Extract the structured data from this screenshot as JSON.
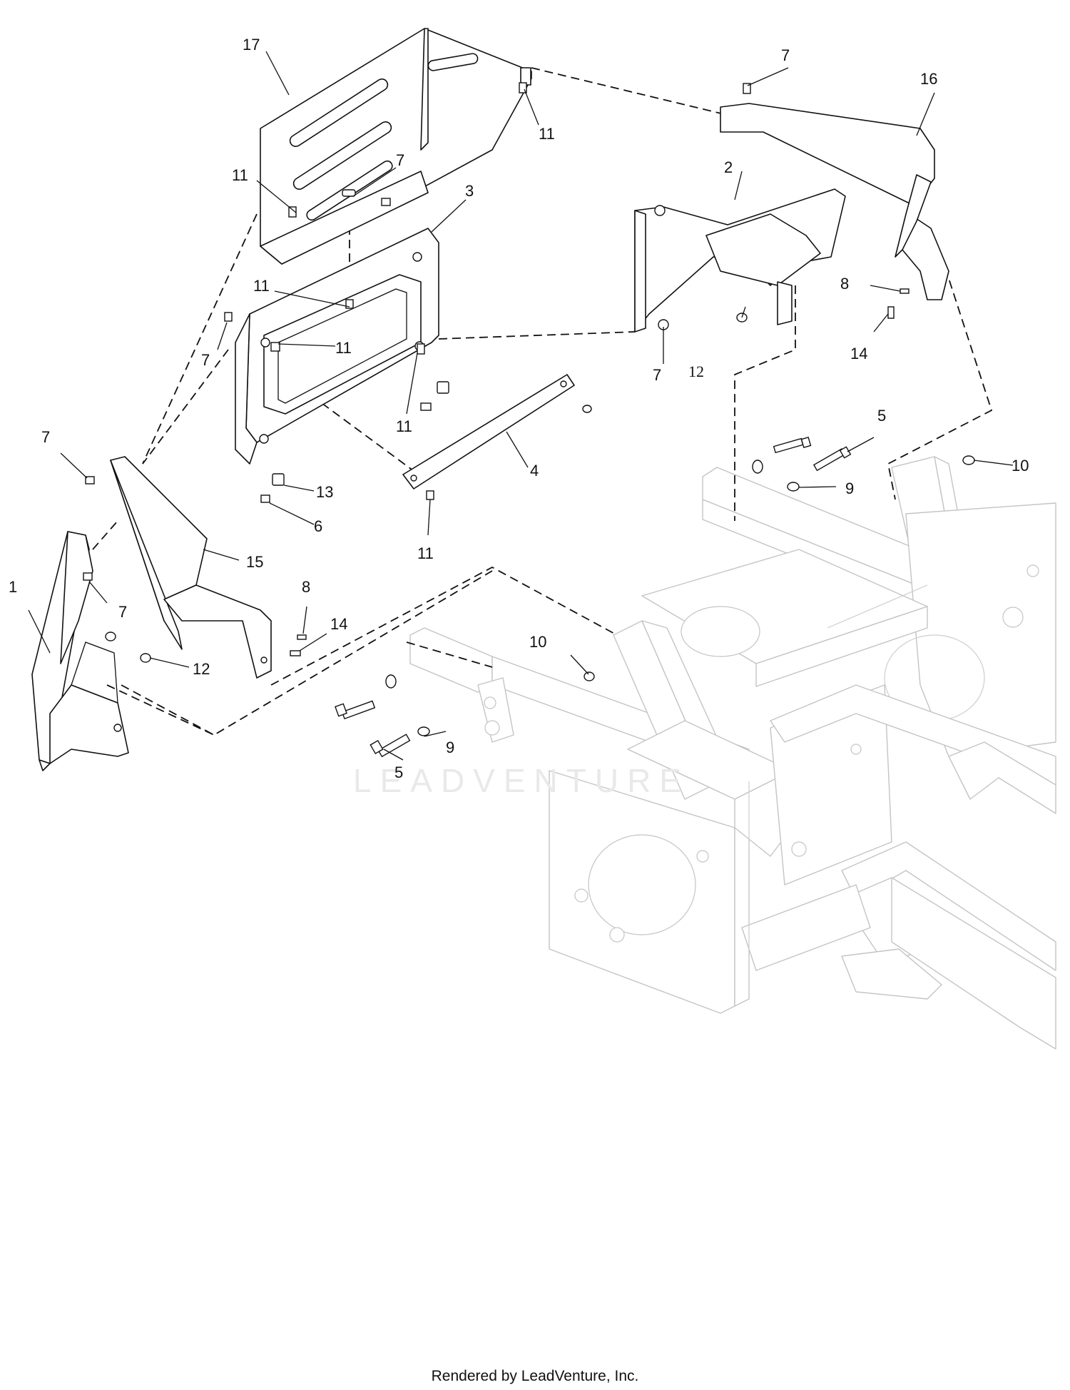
{
  "watermark": "LEADVENTURE",
  "footer": "Rendered by LeadVenture, Inc.",
  "callouts": {
    "c1": "1",
    "c2": "2",
    "c3": "3",
    "c4": "4",
    "c5a": "5",
    "c5b": "5",
    "c6": "6",
    "c7a": "7",
    "c7b": "7",
    "c7c": "7",
    "c7d": "7",
    "c7e": "7",
    "c7f": "7",
    "c8a": "8",
    "c8b": "8",
    "c9a": "9",
    "c9b": "9",
    "c10a": "10",
    "c10b": "10",
    "c11a": "11",
    "c11b": "11",
    "c11c": "11",
    "c11d": "11",
    "c11e": "11",
    "c11f": "11",
    "c12a": "12",
    "c12b": "12",
    "c13": "13",
    "c14a": "14",
    "c14b": "14",
    "c15": "15",
    "c16": "16",
    "c17": "17"
  }
}
